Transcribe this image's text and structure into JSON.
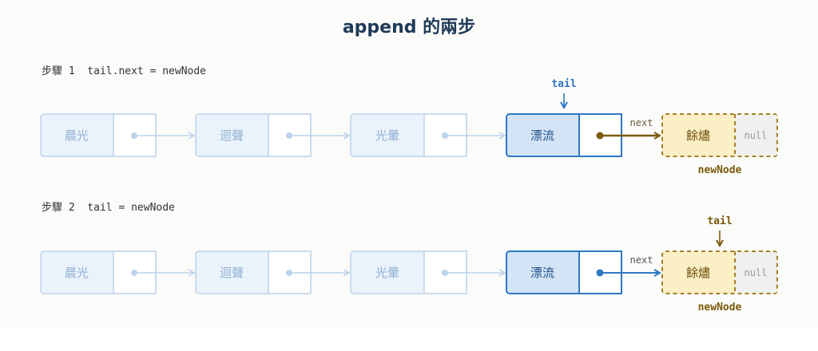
{
  "title": "append 的兩步",
  "steps": [
    {
      "label": "步驟 1  tail.next = newNode",
      "nodes": [
        "晨光",
        "迴聲",
        "光暈",
        "漂流"
      ],
      "new_node": {
        "value": "餘燼",
        "next": "null",
        "label": "newNode"
      },
      "tail_label": "tail",
      "next_label": "next"
    },
    {
      "label": "步驟 2  tail = newNode",
      "nodes": [
        "晨光",
        "迴聲",
        "光暈",
        "漂流"
      ],
      "new_node": {
        "value": "餘燼",
        "next": "null",
        "label": "newNode"
      },
      "tail_label": "tail",
      "next_label": "next"
    }
  ],
  "colors": {
    "faded_fill": "#eaf2fb",
    "faded_stroke": "#bcd3ea",
    "faded_text": "#8fb0d3",
    "active_fill": "#d3e4f7",
    "active_stroke": "#2f78c4",
    "new_fill": "#fbefc6",
    "new_stroke": "#9a7212",
    "brown": "#7a5a0c",
    "blue": "#2f78c4"
  }
}
